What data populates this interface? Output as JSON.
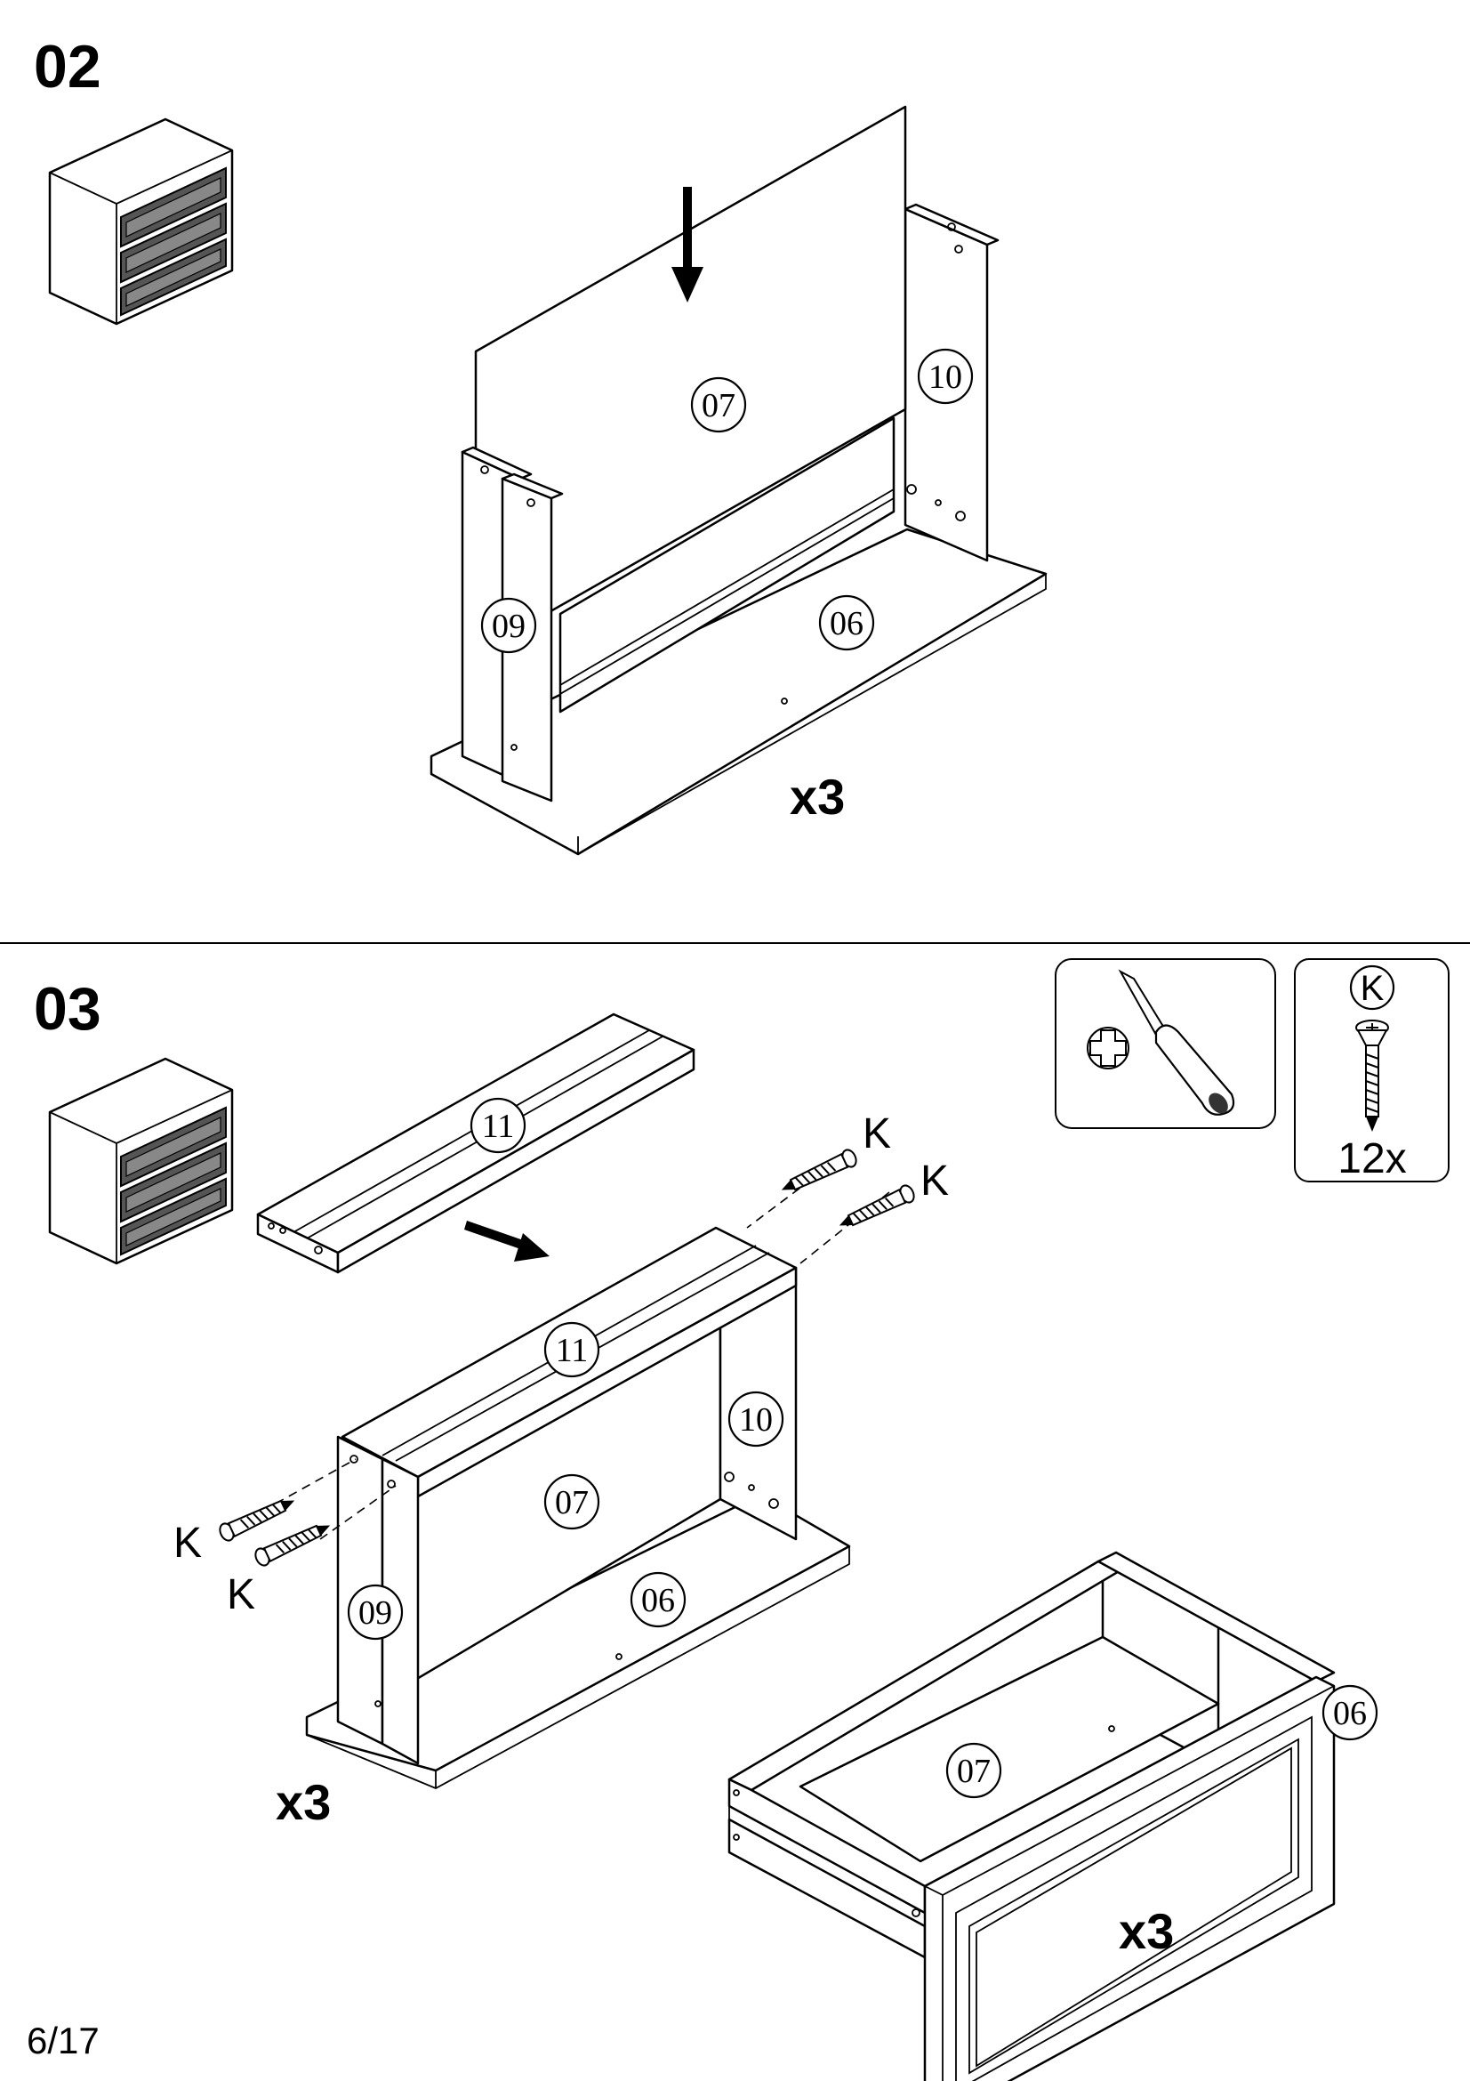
{
  "page_number": "6/17",
  "steps": [
    {
      "number": "02",
      "multiplier": "x3",
      "parts": [
        "07",
        "10",
        "09",
        "06"
      ]
    },
    {
      "number": "03",
      "multiplier_frame": "x3",
      "multiplier_drawer": "x3",
      "parts": [
        "11",
        "11",
        "10",
        "07",
        "09",
        "06",
        "07",
        "06"
      ],
      "screw_labels": [
        "K",
        "K",
        "K",
        "K"
      ],
      "hardware": {
        "label": "K",
        "quantity": "12x"
      }
    }
  ],
  "icons": [
    "dresser-icon",
    "screwdriver-icon",
    "phillips-head-icon",
    "screw-icon",
    "arrow-down-icon",
    "arrow-right-icon"
  ]
}
